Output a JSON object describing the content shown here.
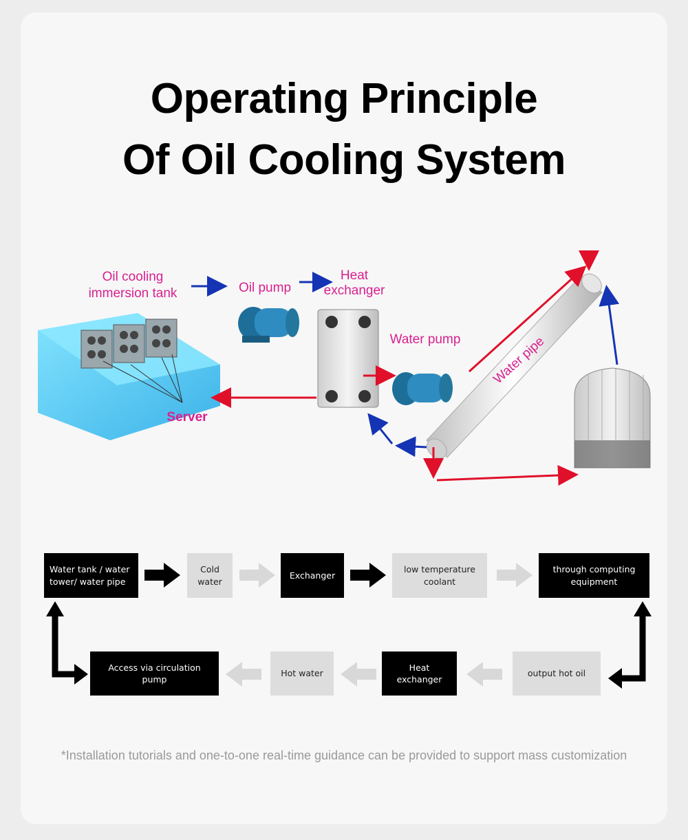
{
  "title": {
    "line1": "Operating Principle",
    "line2": "Of Oil Cooling System"
  },
  "diagram": {
    "labels": {
      "tank_line1": "Oil cooling",
      "tank_line2": "immersion tank",
      "oil_pump": "Oil pump",
      "heat_line1": "Heat",
      "heat_line2": "exchanger",
      "water_pump": "Water pump",
      "water_pipe": "Water pipe",
      "server": "Server"
    },
    "colors": {
      "label": "#d8208f",
      "hot_flow": "#e0102a",
      "cold_flow": "#1434b4"
    }
  },
  "flow": {
    "top_row": [
      "Water tank / water tower/ water pipe",
      "Cold water",
      "Exchanger",
      "low temperature coolant",
      "through computing equipment"
    ],
    "bottom_row": [
      "Access via circulation pump",
      "Hot water",
      "Heat exchanger",
      "output hot oil"
    ]
  },
  "note": "*Installation tutorials and one-to-one real-time guidance can be provided to support mass customization"
}
